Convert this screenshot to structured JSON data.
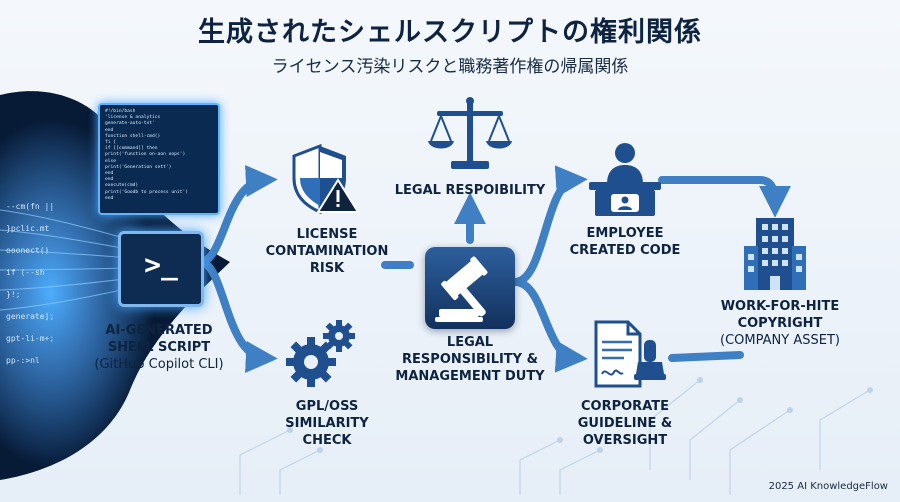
{
  "header": {
    "title": "生成されたシェルスクリプトの権利関係",
    "subtitle": "ライセンス汚染リスクと職務著作権の帰属関係"
  },
  "nodes": {
    "script": {
      "line1": "AI-GENERATED",
      "line2": "SHELL SCRIPT",
      "line3": "(GitHub Copilot CLI)"
    },
    "license": {
      "line1": "LICENSE",
      "line2": "CONTAMINATION",
      "line3": "RISK"
    },
    "gpl": {
      "line1": "GPL/OSS",
      "line2": "SIMILARITY",
      "line3": "CHECK"
    },
    "legal_top": {
      "line1": "LEGAL RESPOIBILITY"
    },
    "legal_center": {
      "line1": "LEGAL",
      "line2": "RESPONSIBILITY &",
      "line3": "MANAGEMENT DUTY"
    },
    "employee": {
      "line1": "EMPLOYEE",
      "line2": "CREATED CODE"
    },
    "guideline": {
      "line1": "CORPORATE",
      "line2": "GUIDELINE &",
      "line3": "OVERSIGHT"
    },
    "copyright": {
      "line1": "WORK-FOR-HITE",
      "line2": "COPYRIGHT",
      "line3": "(COMPANY ASSET)"
    }
  },
  "decor_code": {
    "terminal_prompt": ">_",
    "screen_lines": [
      "#!/bin/bash",
      "'license & analytics",
      "generate-auto-txt'",
      "end",
      "function shell-cmd()",
      "  fi {",
      "  if [[command]] then",
      "    print('function on-aon oops')",
      "  else",
      "    print('Generation sett')",
      "  end",
      "end",
      "execute(cmd)",
      "print('Goodb to process unit')",
      "end"
    ],
    "side_lines": [
      "--cm(fn ||",
      "}pclic.mt",
      "ooonect()",
      "if (--sh",
      "}!;",
      "generate];",
      "gpt-li-m+;",
      "pp-:>nl"
    ]
  },
  "icons": {
    "terminal": "terminal-icon",
    "license": "shield-warning-icon",
    "gpl": "gears-icon",
    "legal_top": "scales-icon",
    "legal_center": "gavel-icon",
    "employee": "employee-desk-icon",
    "guideline": "document-stamp-icon",
    "copyright": "company-building-icon"
  },
  "colors": {
    "navy": "#0d2340",
    "blue": "#2f6fb8",
    "arrow": "#3f7fc4",
    "accent": "#1f4f8f"
  },
  "footer": {
    "credit": "2025 AI KnowledgeFlow"
  }
}
